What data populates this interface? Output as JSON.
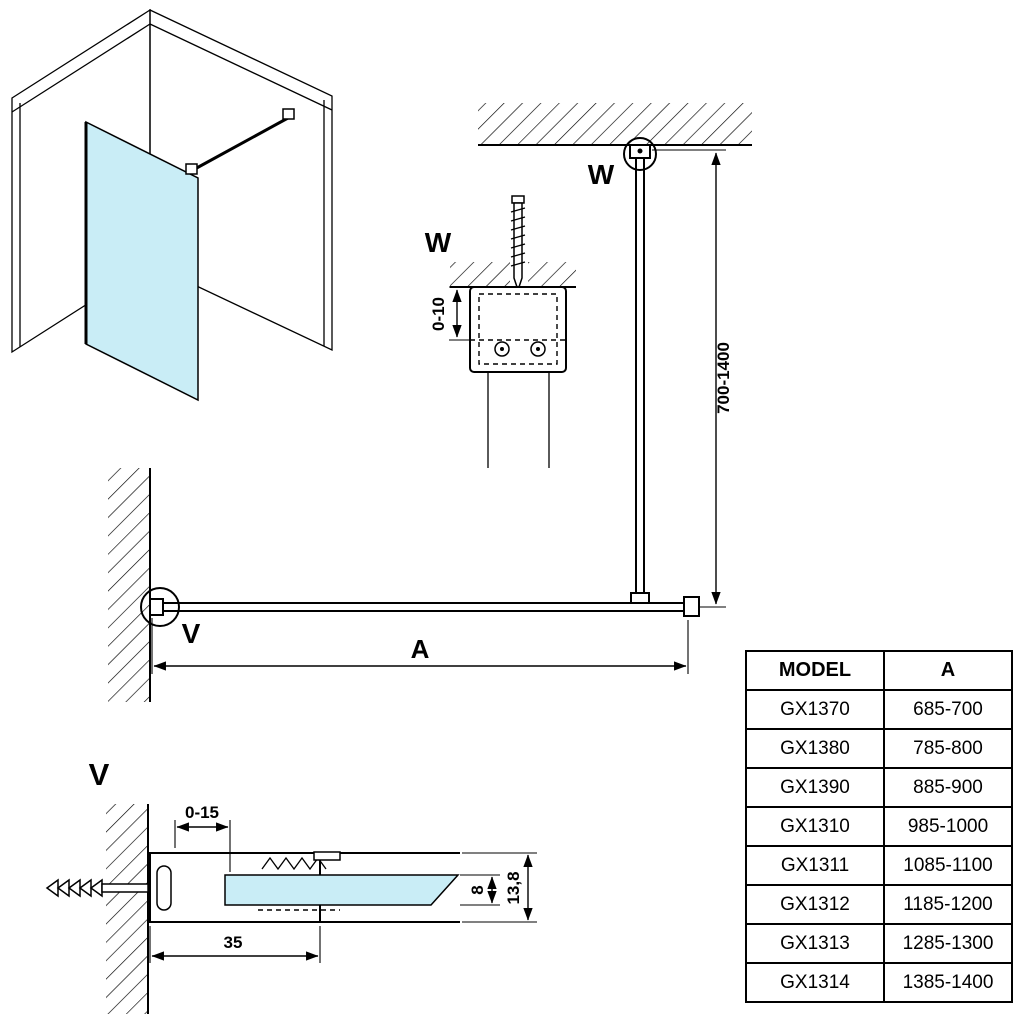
{
  "colors": {
    "glass": "#c9edf6",
    "line": "#000000",
    "background": "#ffffff"
  },
  "labels": {
    "detail_w_title": "W",
    "ceiling_detail": "W",
    "wall_detail": "V",
    "section_v_title": "V",
    "width_dim": "A"
  },
  "dimensions": {
    "bar_height_range": "700-1400",
    "bracket_adjust": "0-10",
    "glass_inset": "0-15",
    "profile_depth": "35",
    "glass_thickness": "8",
    "profile_height": "13,8"
  },
  "table": {
    "headers": [
      "MODEL",
      "A"
    ],
    "rows": [
      [
        "GX1370",
        "685-700"
      ],
      [
        "GX1380",
        "785-800"
      ],
      [
        "GX1390",
        "885-900"
      ],
      [
        "GX1310",
        "985-1000"
      ],
      [
        "GX1311",
        "1085-1100"
      ],
      [
        "GX1312",
        "1185-1200"
      ],
      [
        "GX1313",
        "1285-1300"
      ],
      [
        "GX1314",
        "1385-1400"
      ]
    ]
  }
}
